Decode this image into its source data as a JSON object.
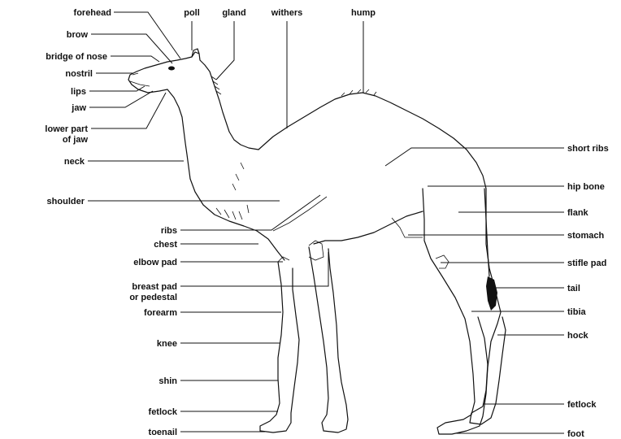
{
  "diagram": {
    "labels": {
      "forehead": "forehead",
      "poll": "poll",
      "gland": "gland",
      "withers": "withers",
      "hump": "hump",
      "brow": "brow",
      "bridge_of_nose": "bridge of nose",
      "nostril": "nostril",
      "lips": "lips",
      "jaw": "jaw",
      "lower_part_of_jaw_1": "lower part",
      "lower_part_of_jaw_2": "of jaw",
      "neck": "neck",
      "shoulder": "shoulder",
      "ribs": "ribs",
      "chest": "chest",
      "elbow_pad": "elbow pad",
      "breast_pad_1": "breast pad",
      "breast_pad_2": "or pedestal",
      "forearm": "forearm",
      "knee": "knee",
      "shin": "shin",
      "fetlock_front": "fetlock",
      "toenail": "toenail",
      "short_ribs": "short ribs",
      "hip_bone": "hip bone",
      "flank": "flank",
      "stomach": "stomach",
      "stifle_pad": "stifle pad",
      "tail": "tail",
      "tibia": "tibia",
      "hock": "hock",
      "fetlock_rear": "fetlock",
      "foot": "foot"
    }
  }
}
